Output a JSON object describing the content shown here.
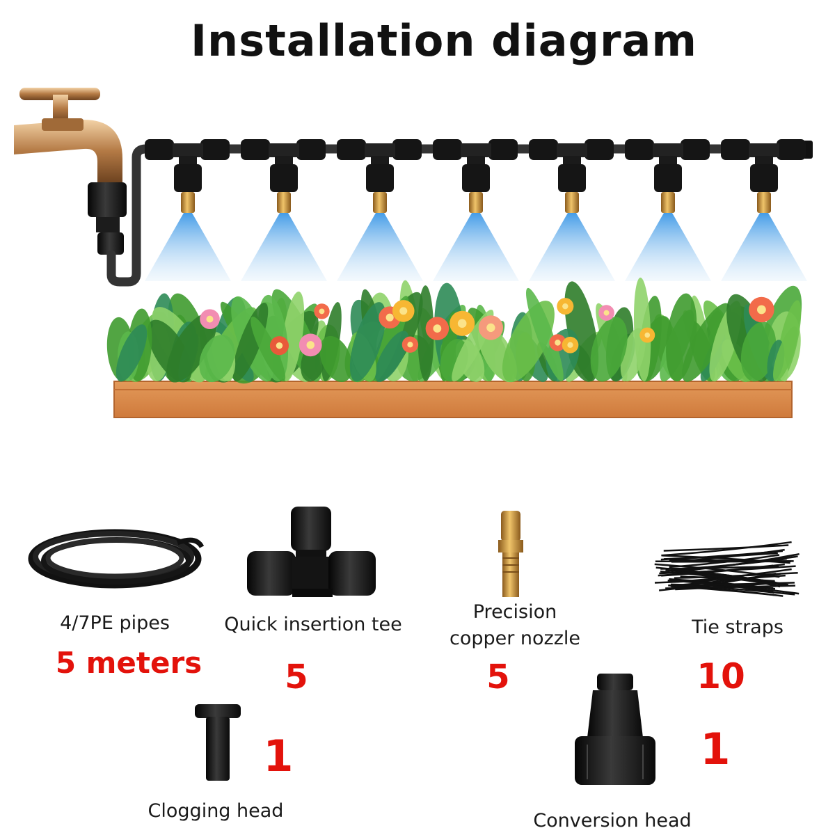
{
  "title": "Installation diagram",
  "nozzle_count_in_diagram": 7,
  "colors": {
    "pipe": "#2b2b2b",
    "mist": "#4aa3e8",
    "brass": "#c89a3e",
    "planter": "#d9884a",
    "quantity_text": "#e3120b"
  },
  "parts": [
    {
      "id": "pipes",
      "icon": "pipe-coil-icon",
      "label": "4/7PE pipes",
      "qty": "5 meters"
    },
    {
      "id": "tee",
      "icon": "tee-connector-icon",
      "label": "Quick insertion tee",
      "qty": "5"
    },
    {
      "id": "nozzle",
      "icon": "brass-nozzle-icon",
      "label_line1": "Precision",
      "label_line2": "copper nozzle",
      "qty": "5"
    },
    {
      "id": "straps",
      "icon": "tie-straps-icon",
      "label": "Tie straps",
      "qty": "10"
    },
    {
      "id": "plug",
      "icon": "plug-icon",
      "label": "Clogging head",
      "qty": "1"
    },
    {
      "id": "adapter",
      "icon": "faucet-adapter-icon",
      "label": "Conversion head",
      "qty": "1"
    }
  ]
}
